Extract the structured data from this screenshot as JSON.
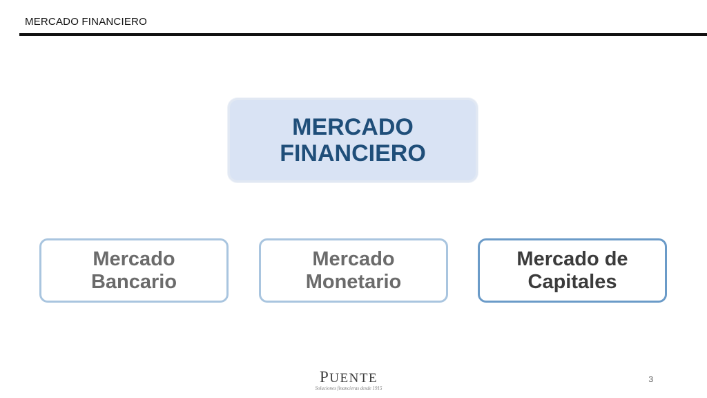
{
  "header": {
    "title": "MERCADO FINANCIERO"
  },
  "diagram": {
    "root": {
      "line1": "MERCADO",
      "line2": "FINANCIERO"
    },
    "children": [
      {
        "line1": "Mercado",
        "line2": "Bancario"
      },
      {
        "line1": "Mercado",
        "line2": "Monetario"
      },
      {
        "line1": "Mercado de",
        "line2": "Capitales"
      }
    ]
  },
  "footer": {
    "logo_initial": "P",
    "logo_rest": "UENTE",
    "logo_tagline": "Soluciones financieras desde 1915",
    "page_number": "3"
  },
  "colors": {
    "root_fill": "#d9e3f4",
    "root_text": "#1f4e79",
    "child_border": "#a9c5df",
    "child_border_highlight": "#6b9bc8",
    "child_text": "#6b6b6b"
  }
}
